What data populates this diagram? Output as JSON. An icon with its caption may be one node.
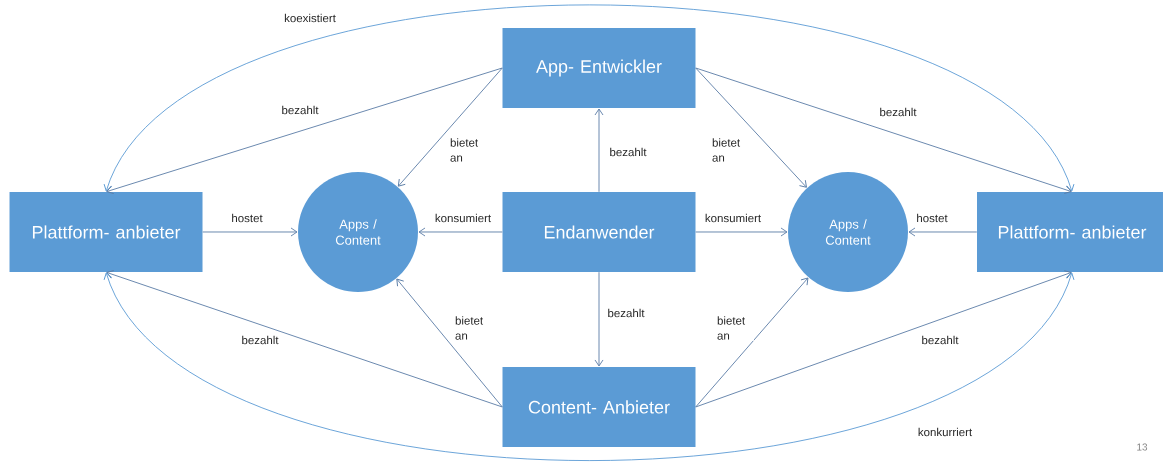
{
  "diagram": {
    "nodes": [
      {
        "text": [
          "App- Entwickler"
        ]
      },
      {
        "text": [
          "Plattform- anbieter"
        ]
      },
      {
        "text": [
          "Apps / Content"
        ]
      },
      {
        "text": [
          "Endanwender"
        ]
      },
      {
        "text": [
          "Apps / Content"
        ]
      },
      {
        "text": [
          "Plattform- anbieter"
        ]
      },
      {
        "text": [
          "Content- Anbieter"
        ]
      }
    ],
    "edges": [
      {
        "from": 1,
        "to": 5,
        "arrow": "both",
        "label": "koexistiert",
        "color": "#5b9bd5"
      },
      {
        "from": 0,
        "to": 1,
        "arrow": "to",
        "label": "bezahlt"
      },
      {
        "from": 0,
        "to": 5,
        "arrow": "to",
        "label": "bezahlt"
      },
      {
        "from": 0,
        "to": 2,
        "arrow": "to",
        "label": "bietet an"
      },
      {
        "from": 0,
        "to": 4,
        "arrow": "to",
        "label": "bietet an"
      },
      {
        "from": 3,
        "to": 0,
        "arrow": "to",
        "label": "bezahlt"
      },
      {
        "from": 1,
        "to": 2,
        "arrow": "to",
        "label": "hostet"
      },
      {
        "from": 3,
        "to": 2,
        "arrow": "to",
        "label": "konsumiert"
      },
      {
        "from": 3,
        "to": 4,
        "arrow": "to",
        "label": "konsumiert"
      },
      {
        "from": 5,
        "to": 4,
        "arrow": "to",
        "label": "hostet"
      },
      {
        "from": 3,
        "to": 6,
        "arrow": "to",
        "label": "bezahlt"
      },
      {
        "from": 6,
        "to": 2,
        "arrow": "to",
        "label": "bietet an"
      },
      {
        "from": 6,
        "to": 4,
        "arrow": "to",
        "label": "bietet an"
      },
      {
        "from": 6,
        "to": 1,
        "arrow": "to",
        "label": "bezahlt"
      },
      {
        "from": 6,
        "to": 5,
        "arrow": "to",
        "label": "bezahlt"
      },
      {
        "from": 1,
        "to": 5,
        "arrow": "both",
        "label": "konkurriert",
        "color": "#5b9bd5"
      }
    ],
    "labels": [
      "13"
    ]
  }
}
